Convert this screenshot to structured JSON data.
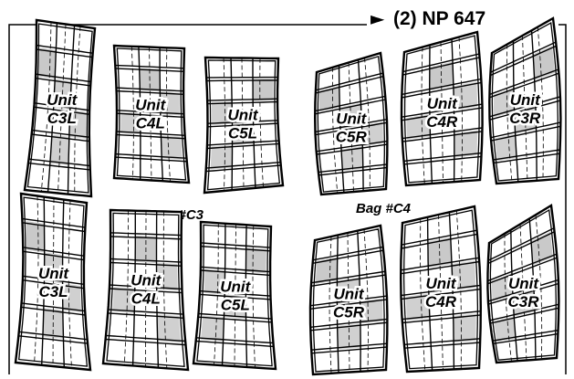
{
  "header": {
    "arrow_glyph": "►",
    "reference": "(2) NP 647"
  },
  "bags": [
    {
      "label": "Bag #C3"
    },
    {
      "label": "Bag #C4"
    }
  ],
  "rows": [
    {
      "units": [
        {
          "line1": "Unit",
          "line2": "C3L"
        },
        {
          "line1": "Unit",
          "line2": "C4L"
        },
        {
          "line1": "Unit",
          "line2": "C5L"
        },
        {
          "line1": "Unit",
          "line2": "C5R"
        },
        {
          "line1": "Unit",
          "line2": "C4R"
        },
        {
          "line1": "Unit",
          "line2": "C3R"
        }
      ]
    },
    {
      "units": [
        {
          "line1": "Unit",
          "line2": "C3L"
        },
        {
          "line1": "Unit",
          "line2": "C4L"
        },
        {
          "line1": "Unit",
          "line2": "C5L"
        },
        {
          "line1": "Unit",
          "line2": "C5R"
        },
        {
          "line1": "Unit",
          "line2": "C4R"
        },
        {
          "line1": "Unit",
          "line2": "C3R"
        }
      ]
    }
  ],
  "colors": {
    "line": "#000000",
    "shade": "#c8c8c8",
    "paper": "#ffffff"
  }
}
